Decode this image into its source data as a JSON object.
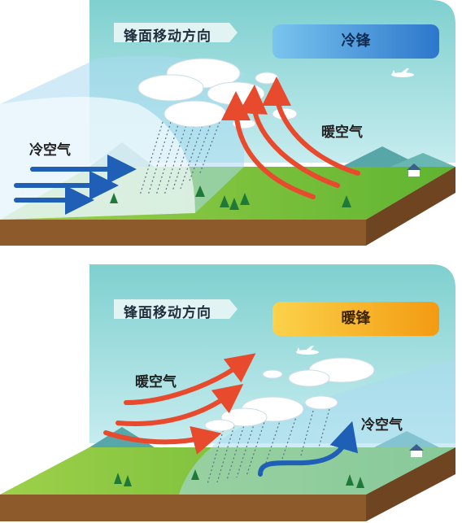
{
  "cold_front": {
    "direction_label": "锋面移动方向",
    "title": "冷锋",
    "cold_air_label": "冷空气",
    "warm_air_label": "暖空气",
    "colors": {
      "badge": "#3a8fd8",
      "warm_arrow": "#e84a2e",
      "cold_arrow": "#1f5fb5"
    }
  },
  "warm_front": {
    "direction_label": "锋面移动方向",
    "title": "暖锋",
    "cold_air_label": "冷空气",
    "warm_air_label": "暖空气",
    "colors": {
      "badge": "#f6b81c",
      "warm_arrow": "#e84a2e",
      "cold_arrow": "#1f5fb5"
    }
  }
}
